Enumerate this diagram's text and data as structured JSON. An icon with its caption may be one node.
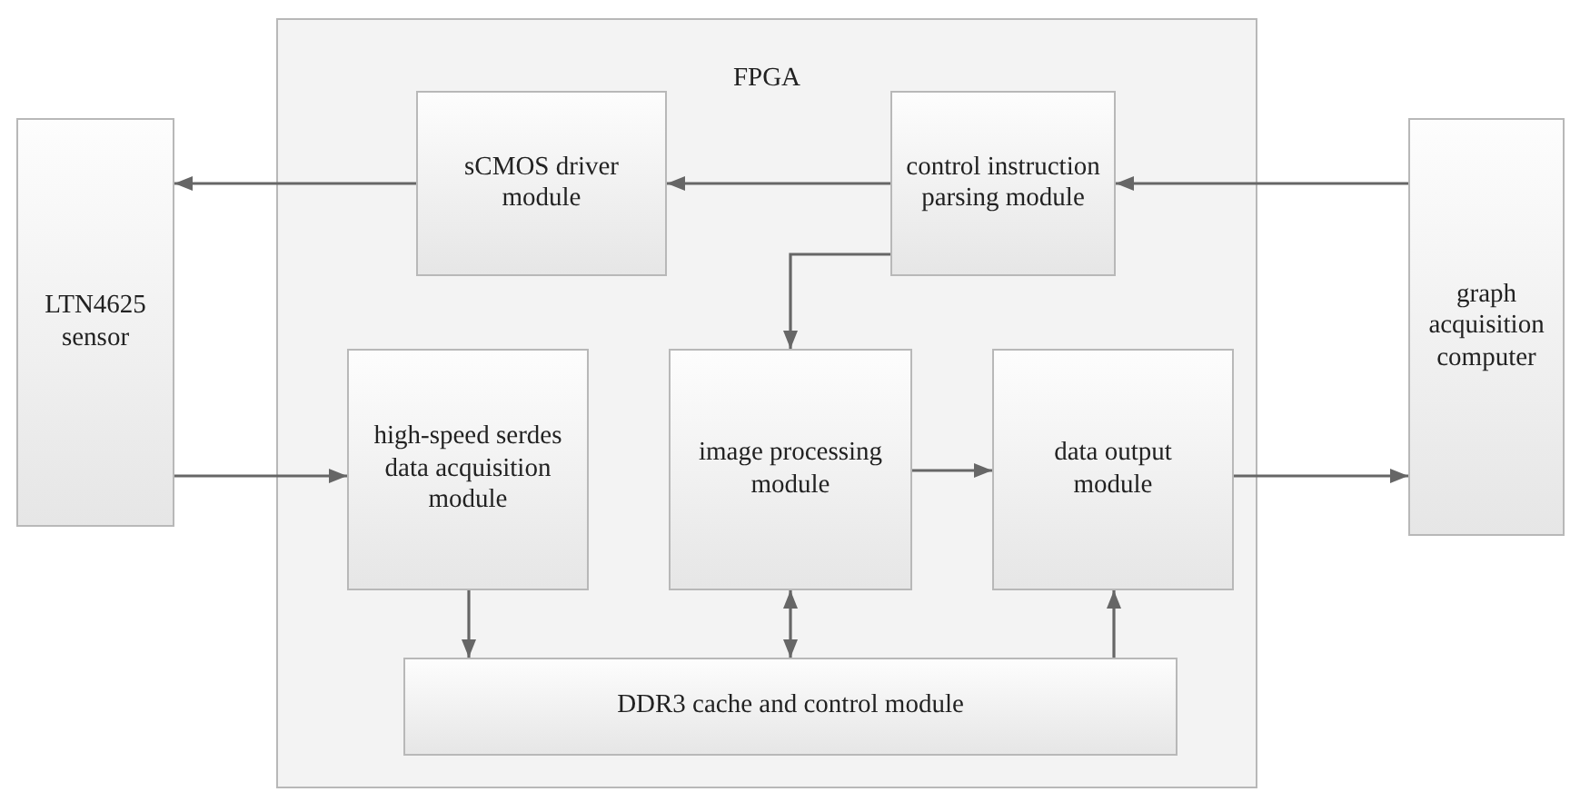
{
  "diagram": {
    "nodes": [
      {
        "text": [
          "FPGA"
        ]
      },
      {
        "text": [
          "LTN4625 sensor"
        ]
      },
      {
        "text": [
          "sCMOS driver module"
        ],
        "in": 0
      },
      {
        "text": [
          "control instruction parsing module"
        ],
        "in": 0
      },
      {
        "text": [
          "graph acquisition computer"
        ]
      },
      {
        "text": [
          "high-speed serdes data acquisition module"
        ],
        "in": 0
      },
      {
        "text": [
          "image processing module"
        ],
        "in": 0
      },
      {
        "text": [
          "data output module"
        ],
        "in": 0
      },
      {
        "text": [
          "DDR3 cache and control module"
        ],
        "in": 0
      }
    ],
    "edges": [
      {
        "from": 3,
        "to": 2,
        "arrow": "to"
      },
      {
        "from": 2,
        "to": 1,
        "arrow": "to"
      },
      {
        "from": 4,
        "to": 3,
        "arrow": "to"
      },
      {
        "from": 3,
        "to": 6,
        "arrow": "to"
      },
      {
        "from": 1,
        "to": 5,
        "arrow": "to"
      },
      {
        "from": 5,
        "to": 8,
        "arrow": "to"
      },
      {
        "from": 6,
        "to": 8,
        "arrow": "both"
      },
      {
        "from": 6,
        "to": 7,
        "arrow": "to"
      },
      {
        "from": 8,
        "to": 7,
        "arrow": "to"
      },
      {
        "from": 7,
        "to": 4,
        "arrow": "to"
      }
    ]
  }
}
